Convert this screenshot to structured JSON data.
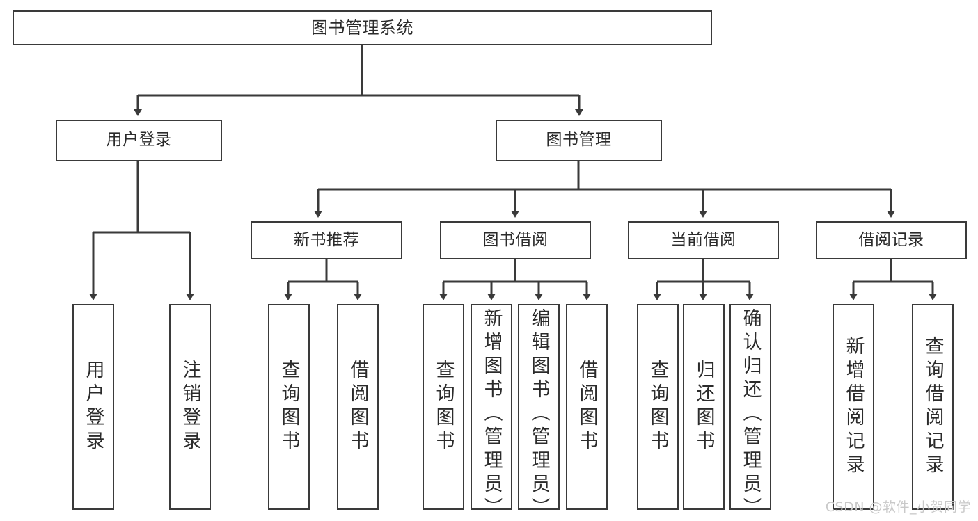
{
  "diagram": {
    "title": "图书管理系统",
    "type": "tree-hierarchy",
    "watermark": "CSDN @软件_小贺同学",
    "colors": {
      "box_border": "#3a3a3a",
      "box_fill": "#ffffff",
      "edge": "#3a3a3a",
      "text": "#2b2b2b",
      "watermark": "#c9c9c9",
      "background": "#ffffff"
    },
    "levels": {
      "root": "图书管理系统",
      "level1": [
        "用户登录",
        "图书管理"
      ],
      "level2": [
        "新书推荐",
        "图书借阅",
        "当前借阅",
        "借阅记录"
      ],
      "level3": [
        "用户登录",
        "注销登录",
        "查询图书",
        "借阅图书",
        "查询图书",
        "新增图书（管理员）",
        "编辑图书（管理员）",
        "借阅图书",
        "查询图书",
        "归还图书",
        "确认归还（管理员）",
        "新增借阅记录",
        "查询借阅记录"
      ]
    },
    "nodes": {
      "root": {
        "label": "图书管理系统"
      },
      "user_login": {
        "label": "用户登录"
      },
      "book_manage": {
        "label": "图书管理"
      },
      "new_book_rec": {
        "label": "新书推荐"
      },
      "book_borrow": {
        "label": "图书借阅"
      },
      "current_borrow": {
        "label": "当前借阅"
      },
      "borrow_record": {
        "label": "借阅记录"
      },
      "leaf_user_login": {
        "label": "用户登录"
      },
      "leaf_logout": {
        "label": "注销登录"
      },
      "leaf_query_book_1": {
        "label": "查询图书"
      },
      "leaf_borrow_book_1": {
        "label": "借阅图书"
      },
      "leaf_query_book_2": {
        "label": "查询图书"
      },
      "leaf_add_book": {
        "label": "新增图书（管理员）"
      },
      "leaf_edit_book": {
        "label": "编辑图书（管理员）"
      },
      "leaf_borrow_book_2": {
        "label": "借阅图书"
      },
      "leaf_query_book_3": {
        "label": "查询图书"
      },
      "leaf_return_book": {
        "label": "归还图书"
      },
      "leaf_confirm_return": {
        "label": "确认归还（管理员）"
      },
      "leaf_add_record": {
        "label": "新增借阅记录"
      },
      "leaf_query_record": {
        "label": "查询借阅记录"
      }
    }
  }
}
